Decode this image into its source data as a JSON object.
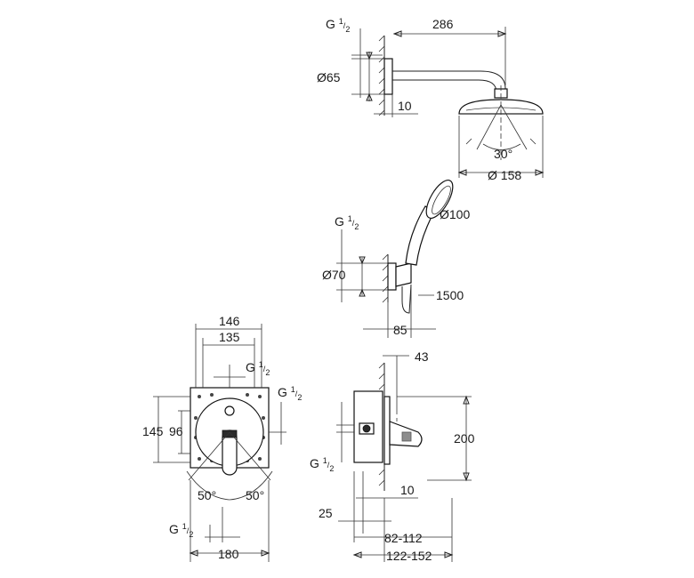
{
  "colors": {
    "line": "#222222",
    "fill_grey": "#8d8d8d",
    "background": "#ffffff"
  },
  "head_shower": {
    "thread": {
      "base": "G ",
      "num": "1",
      "den": "2"
    },
    "arm_length": "286",
    "flange_diameter": "Ø65",
    "wall_offset": "10",
    "tilt_angle": "30°",
    "head_diameter": "Ø 158"
  },
  "hand_shower": {
    "thread": {
      "base": "G ",
      "num": "1",
      "den": "2"
    },
    "head_diameter": "Ø100",
    "bracket_diameter": "Ø70",
    "hose_length": "1500",
    "bracket_depth": "85"
  },
  "mixer_front": {
    "width_outer": "146",
    "width_inner": "135",
    "thread_top": {
      "base": "G ",
      "num": "1",
      "den": "2"
    },
    "thread_right": {
      "base": "G ",
      "num": "1",
      "den": "2"
    },
    "height_outer": "145",
    "height_inner": "96",
    "angle_left": "50°",
    "angle_right": "50°",
    "thread_bottom": {
      "base": "G ",
      "num": "1",
      "den": "2"
    },
    "width_base": "180"
  },
  "mixer_side": {
    "depth_top": "43",
    "height": "200",
    "thread": {
      "base": "G ",
      "num": "1",
      "den": "2"
    },
    "offset": "10",
    "plaster_depth": "25",
    "install_depth": "82-112",
    "total_depth": "122-152"
  }
}
